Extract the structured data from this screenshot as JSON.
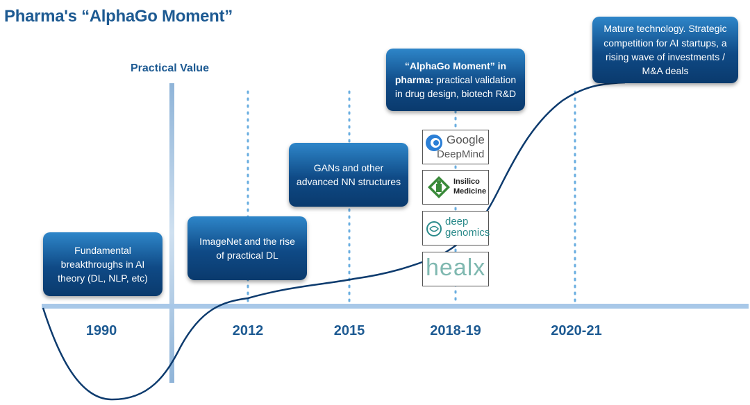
{
  "title": "Pharma's “AlphaGo Moment”",
  "practical_value_label": "Practical Value",
  "years": [
    "1990",
    "2012",
    "2015",
    "2018-19",
    "2020-21"
  ],
  "boxes": {
    "b1990": "Fundamental breakthroughs in AI theory  (DL, NLP, etc)",
    "b2012": "ImageNet and the rise of practical DL",
    "b2015": "GANs and other advanced NN structures",
    "b2018_bold": "“AlphaGo Moment” in pharma:",
    "b2018_rest": "practical validation in drug design, biotech R&D",
    "b2020": "Mature technology. Strategic competition for AI startups, a rising wave of investments / M&A deals"
  },
  "logos": {
    "google_deepmind": [
      "Google",
      "DeepMind"
    ],
    "insilico": [
      "Insilico",
      "Medicine"
    ],
    "deep_genomics": [
      "deep",
      "genomics"
    ],
    "healx": "healx"
  },
  "colors": {
    "title": "#1d5a92",
    "box_top": "#2e86c9",
    "box_bottom": "#0a3a6d",
    "axis": "#a8c8e8",
    "curve": "#0d3b6e",
    "dotted": "#6aaee0",
    "insilico_green": "#3a8a3a",
    "genomics_teal": "#2a8a8a",
    "healx_teal": "#7fb8b0"
  }
}
